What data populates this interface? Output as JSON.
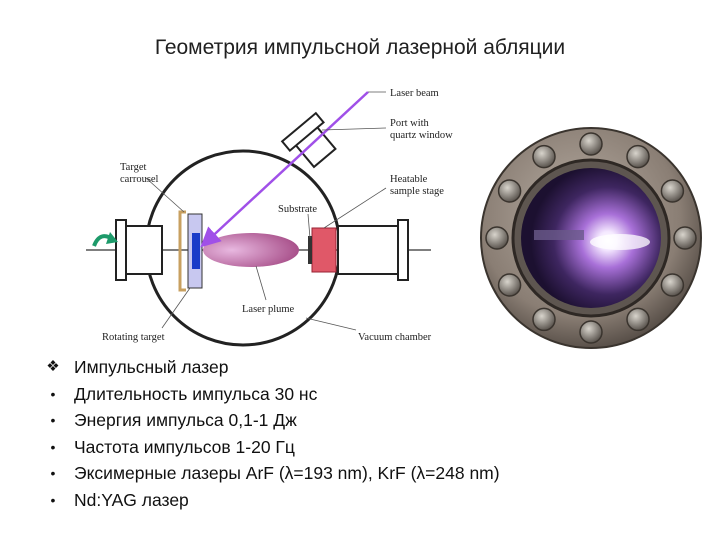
{
  "title": "Геометрия импульсной лазерной абляции",
  "diagram": {
    "labels": {
      "laser_beam": "Laser beam",
      "port_line1": "Port with",
      "port_line2": "quartz window",
      "target_line1": "Target",
      "target_line2": "carrousel",
      "heatable_line1": "Heatable",
      "heatable_line2": "sample stage",
      "substrate": "Substrate",
      "laser_plume": "Laser plume",
      "rotating_target": "Rotating target",
      "vacuum_chamber": "Vacuum chamber"
    },
    "colors": {
      "laser_beam": "#a050e8",
      "plume": "#a8508a",
      "target": "#1a3cc8",
      "substrate": "#e05868",
      "rotation_arrow": "#1d9a6a"
    }
  },
  "photo": {
    "icon": "vacuum-chamber-viewport-photo",
    "bolt_count": 12,
    "colors": {
      "flange": "#8a7e74",
      "glow": "#f4e8ff",
      "interior": "#2a1a40"
    }
  },
  "bullets": [
    {
      "marker": "diamond",
      "text": "Импульсный лазер"
    },
    {
      "marker": "dot",
      "text": "Длительность импульса 30 нс"
    },
    {
      "marker": "dot",
      "text": "Энергия импульса 0,1-1 Дж"
    },
    {
      "marker": "dot",
      "text": "Частота импульсов 1-20 Гц"
    },
    {
      "marker": "dot",
      "text": "Эксимерные лазеры ArF (λ=193 nm), KrF (λ=248 nm)"
    },
    {
      "marker": "dot",
      "text": "Nd:YAG лазер"
    }
  ]
}
